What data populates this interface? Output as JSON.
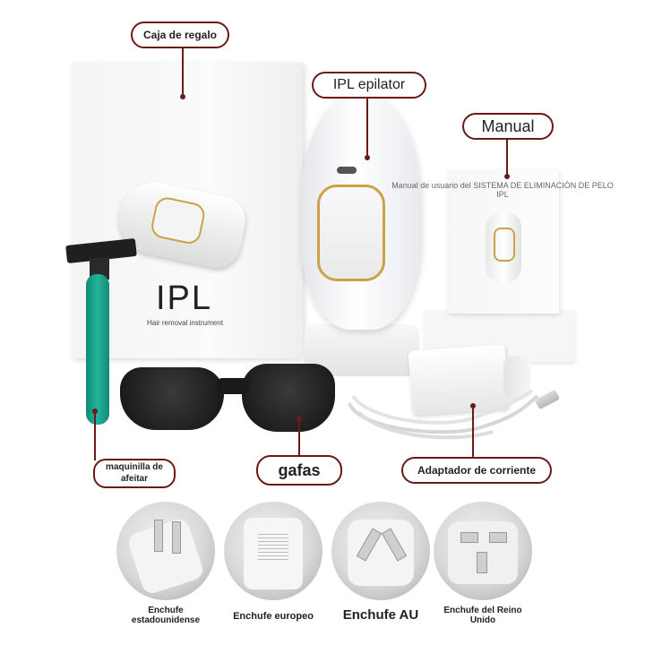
{
  "labels": {
    "gift_box": "Caja de regalo",
    "ipl_epilator": "IPL epilator",
    "manual": "Manual",
    "manual_caption": "Manual de usuario del SISTEMA DE ELIMINACIÓN DE PELO IPL",
    "razor": "maquinilla de afeitar",
    "goggles": "gafas",
    "adapter": "Adaptador de corriente"
  },
  "box": {
    "brand": "IPL",
    "subtitle": "Hair removal instrument"
  },
  "plugs": [
    {
      "label": "Enchufe estadounidense",
      "icon": "us-plug-icon"
    },
    {
      "label": "Enchufe europeo",
      "icon": "eu-plug-icon"
    },
    {
      "label": "Enchufe AU",
      "icon": "au-plug-icon"
    },
    {
      "label": "Enchufe del Reino Unido",
      "icon": "uk-plug-icon"
    }
  ],
  "colors": {
    "accent": "#6b1a1a",
    "razor_handle": "#1a9e8a",
    "gold_ring": "#c9a24a"
  }
}
